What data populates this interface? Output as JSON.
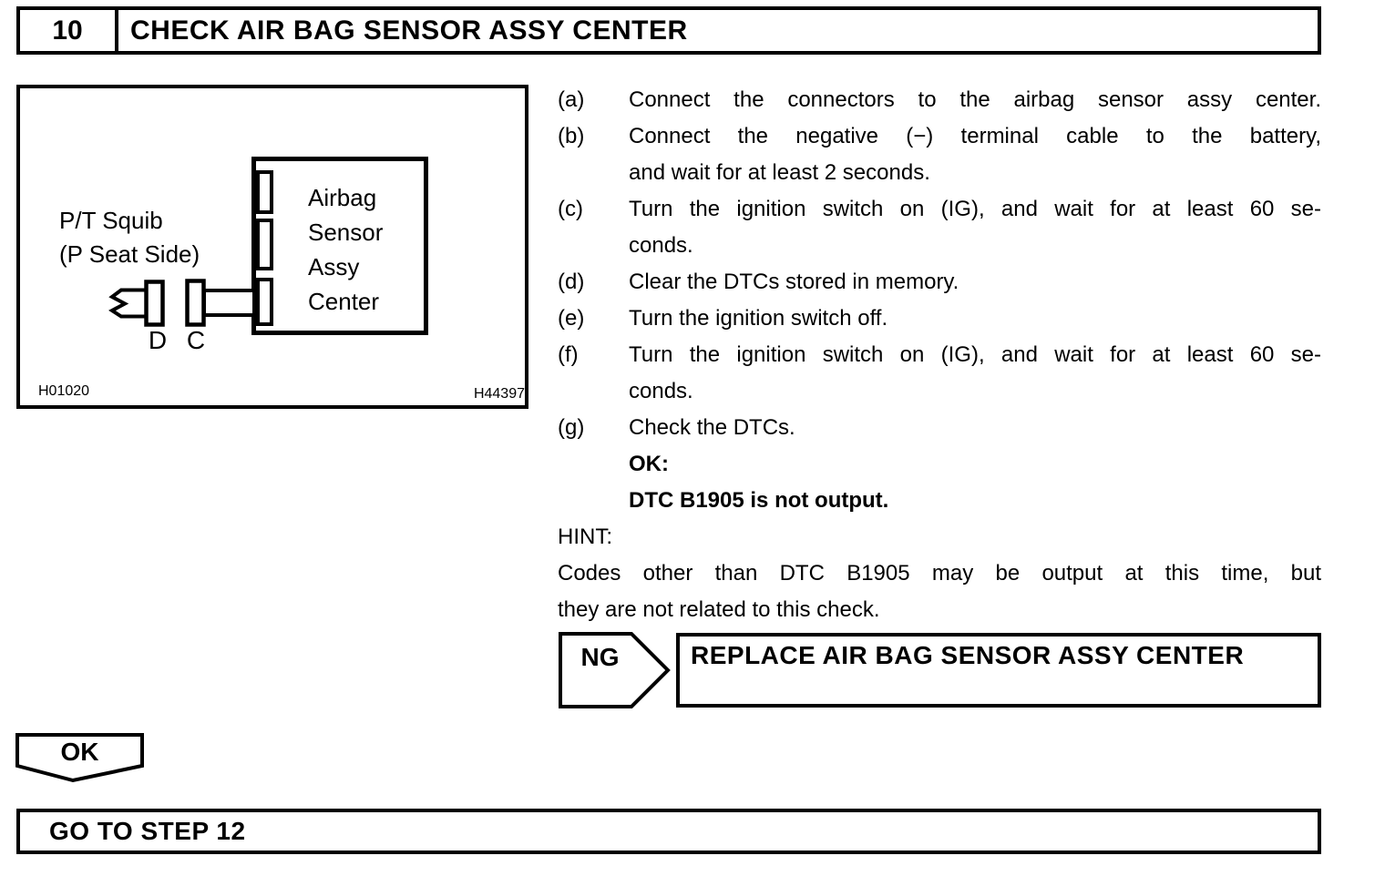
{
  "colors": {
    "ink": "#000000",
    "paper": "#ffffff"
  },
  "header": {
    "step_number": "10",
    "title": "CHECK AIR BAG SENSOR ASSY CENTER"
  },
  "figure": {
    "squib_label_lines": [
      "P/T Squib",
      "(P Seat Side)"
    ],
    "sensor_box_lines": [
      "Airbag",
      "Sensor",
      "Assy",
      "Center"
    ],
    "connector_d_label": "D",
    "connector_c_label": "C",
    "figure_code_left": "H01020",
    "figure_code_right": "H44397"
  },
  "steps": [
    {
      "label": "(a)",
      "lines": [
        "Connect the connectors to the airbag sensor assy center."
      ]
    },
    {
      "label": "(b)",
      "lines": [
        "Connect the negative (−) terminal cable to the battery,",
        "and wait for at least 2 seconds."
      ]
    },
    {
      "label": "(c)",
      "lines": [
        "Turn the ignition switch on (IG), and wait for at least 60 se-",
        "conds."
      ]
    },
    {
      "label": "(d)",
      "lines": [
        "Clear the DTCs stored in memory."
      ]
    },
    {
      "label": "(e)",
      "lines": [
        "Turn the ignition switch off."
      ]
    },
    {
      "label": "(f)",
      "lines": [
        "Turn the ignition switch on (IG), and wait for at least 60 se-",
        "conds."
      ]
    },
    {
      "label": "(g)",
      "lines": [
        "Check the DTCs."
      ]
    }
  ],
  "result": {
    "ok_label": "OK:",
    "ok_text": "DTC B1905 is not output."
  },
  "hint": {
    "label": "HINT:",
    "lines": [
      "Codes other than DTC B1905 may be output at this time, but",
      "they are not related to this check."
    ]
  },
  "ng_flow": {
    "label": "NG",
    "action": "REPLACE AIR BAG SENSOR ASSY CENTER"
  },
  "ok_flow": {
    "label": "OK",
    "action": "GO TO STEP 12"
  }
}
